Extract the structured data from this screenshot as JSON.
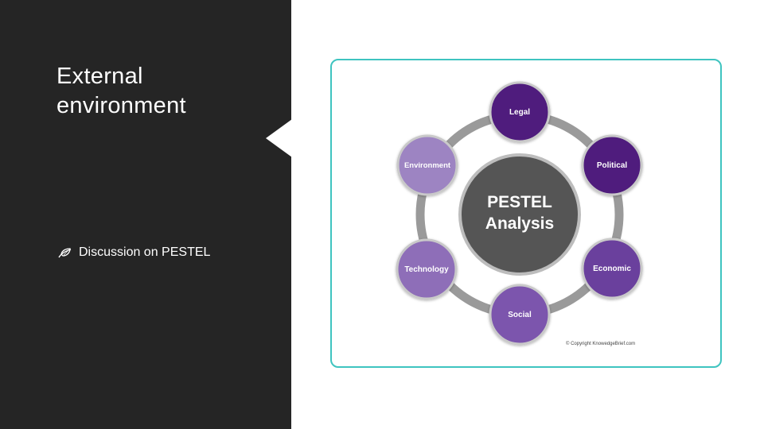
{
  "slide": {
    "title": "External environment",
    "bullets": [
      "Discussion on PESTEL"
    ]
  },
  "diagram": {
    "center_line1": "PESTEL",
    "center_line2": "Analysis",
    "nodes": [
      "Legal",
      "Political",
      "Economic",
      "Social",
      "Technology",
      "Environment"
    ],
    "copyright": "© Copyright KnowedgeBrief.com",
    "colors": {
      "accent_frame": "#3fc4c0",
      "ring": "#9a9a9a",
      "center_fill": "#555555",
      "legal": "#4f1f7d",
      "political": "#4f1f7d",
      "economic": "#6b3f9d",
      "social": "#7b55ad",
      "technology": "#8e6eb8",
      "environment": "#9d84c2",
      "left_panel": "#252525"
    }
  }
}
